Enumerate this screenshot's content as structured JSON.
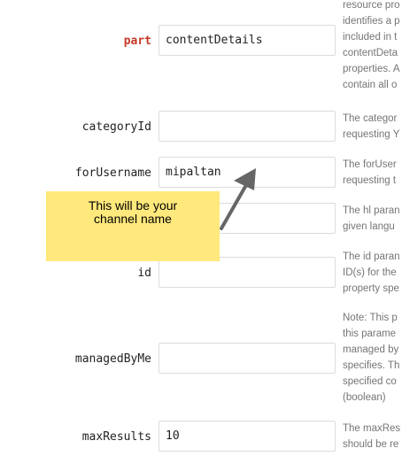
{
  "params": [
    {
      "key": "part",
      "label": "part",
      "value": "contentDetails",
      "placeholder": "",
      "required": true,
      "desc": [
        "resource pro",
        "identifies a p",
        "included in t",
        "contentDeta",
        "properties. A",
        "contain all o"
      ]
    },
    {
      "key": "categoryId",
      "label": "categoryId",
      "value": "",
      "placeholder": "",
      "desc": [
        "The categor",
        "requesting Y"
      ]
    },
    {
      "key": "forUsername",
      "label": "forUsername",
      "value": "mipaltan",
      "placeholder": "",
      "desc": [
        "The forUser",
        "requesting t"
      ]
    },
    {
      "key": "hl",
      "label": "",
      "value": "",
      "placeholder": "",
      "desc": [
        "The hl paran",
        "given langu"
      ]
    },
    {
      "key": "id",
      "label": "id",
      "value": "",
      "placeholder": "",
      "desc": [
        "The id paran",
        "ID(s) for the",
        "property spe"
      ]
    },
    {
      "key": "managedByMe",
      "label": "managedByMe",
      "value": "",
      "placeholder": "",
      "desc": [
        "Note: This p",
        "this parame",
        "managed by",
        "specifies. Th",
        "specified co",
        "(boolean)"
      ]
    },
    {
      "key": "maxResults",
      "label": "maxResults",
      "value": "10",
      "placeholder": "",
      "desc": [
        "The maxRes",
        "should be re"
      ]
    }
  ],
  "callout": {
    "line1": "This will be your",
    "line2": "channel name",
    "color": "#ffe97c"
  },
  "colors": {
    "required_label": "#c53929",
    "arrow": "#666666"
  }
}
